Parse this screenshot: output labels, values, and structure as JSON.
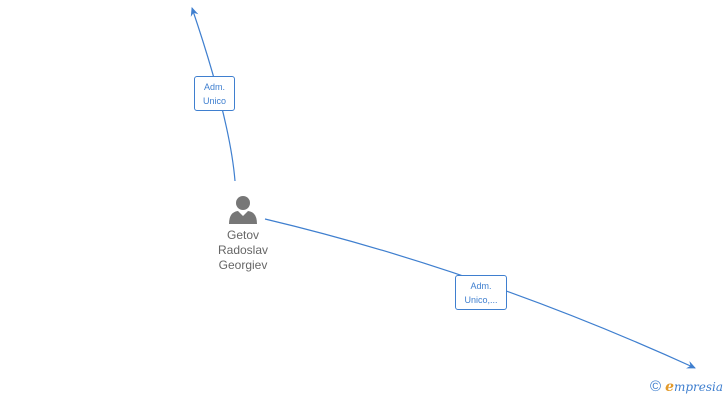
{
  "person": {
    "name_lines": [
      "Getov",
      "Radoslav",
      "Georgiev"
    ]
  },
  "edges": [
    {
      "label_lines": [
        "Adm.",
        "Unico"
      ]
    },
    {
      "label_lines": [
        "Adm.",
        "Unico,..."
      ]
    }
  ],
  "watermark": {
    "copyright_symbol": "©",
    "brand_first": "e",
    "brand_rest": "mpresia"
  },
  "colors": {
    "edge": "#3f7fcf",
    "person_icon": "#777777",
    "brand_accent": "#e39a2a"
  },
  "icons": {
    "person": "person-icon"
  }
}
